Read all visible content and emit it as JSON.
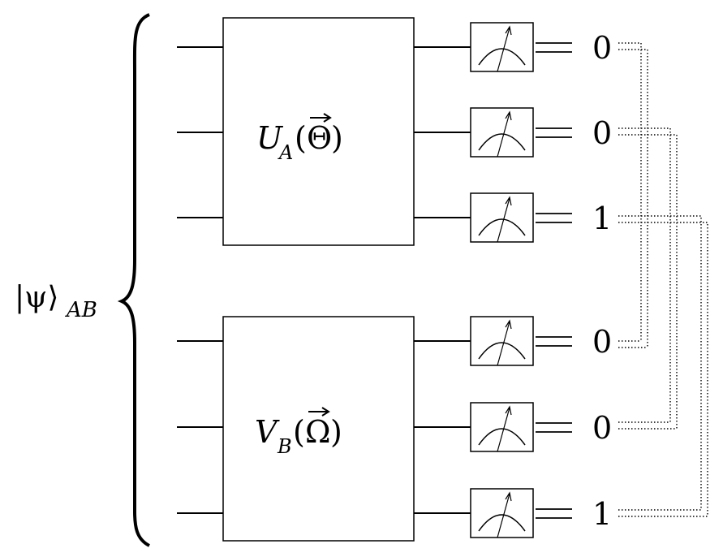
{
  "state": {
    "ket": "|ψ⟩",
    "subscript": "AB"
  },
  "gates": [
    {
      "name": "U",
      "subscript": "A",
      "argument": "Θ"
    },
    {
      "name": "V",
      "subscript": "B",
      "argument": "Ω"
    }
  ],
  "outcomes": [
    "0",
    "0",
    "1",
    "0",
    "0",
    "1"
  ],
  "pairings": [
    [
      0,
      3
    ],
    [
      1,
      4
    ],
    [
      2,
      5
    ]
  ]
}
